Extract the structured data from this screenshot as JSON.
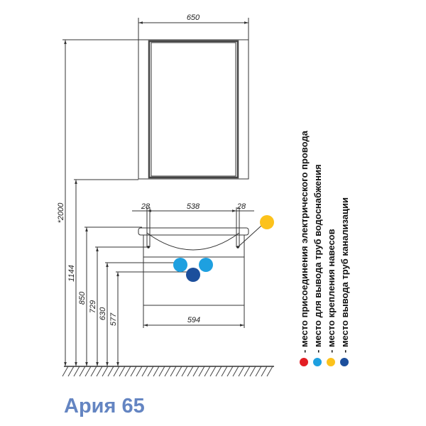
{
  "title": "Ария 65",
  "dimensions": {
    "mirror_width": "650",
    "total_height": "*2000",
    "mirror_bottom": "1144",
    "sink_top": "850",
    "mount_height": "729",
    "water_height": "630",
    "drain_height": "577",
    "left_margin": "28",
    "sink_inner": "538",
    "right_margin": "28",
    "cabinet_width": "594"
  },
  "legend": [
    {
      "color": "#e31e24",
      "label": "- место присоединения электрического провода"
    },
    {
      "color": "#1ea0e0",
      "label": "- место для вывода труб водоснабжения"
    },
    {
      "color": "#fcc21b",
      "label": "- место крепления навесов"
    },
    {
      "color": "#1c4f9c",
      "label": "- место вывода труб канализации"
    }
  ],
  "colors": {
    "title": "#6485c2"
  }
}
